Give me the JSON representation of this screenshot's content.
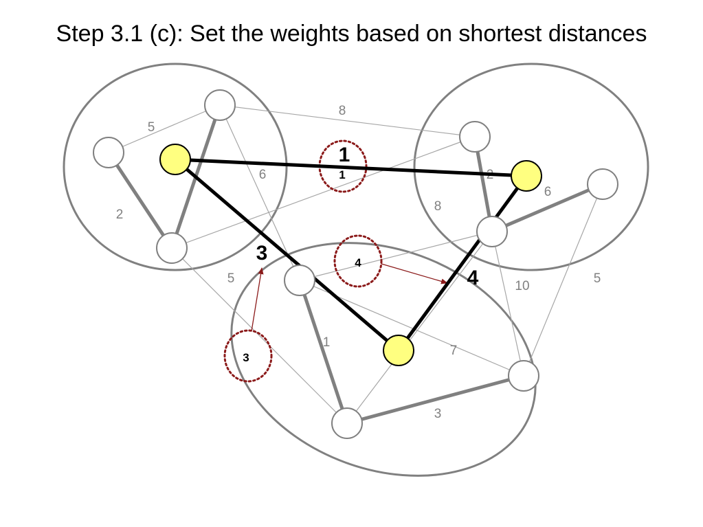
{
  "title": "Step 3.1 (c): Set the weights based on shortest distances",
  "colors": {
    "cluster": "#808080",
    "node_fill": "#ffffff",
    "node_stroke": "#808080",
    "highlight_fill": "#ffff80",
    "highlight_stroke": "#000000",
    "thin_edge": "#a6a6a6",
    "thick_edge": "#808080",
    "new_edge": "#000000",
    "edge_label": "#808080",
    "marker": "#8b1a1a",
    "marker_text": "#000000"
  },
  "edge_labels": {
    "e5": "5",
    "e2": "2",
    "e3": "3",
    "e6": "6",
    "e8_top": "8",
    "e2_right": "2",
    "e6_right": "6",
    "e8_mid": "8",
    "e5_mid": "5",
    "e1": "1",
    "e7": "7",
    "e3_bottom": "3",
    "e10": "10",
    "e5_right": "5"
  },
  "new_edge_labels": {
    "top": "1",
    "left": "3",
    "right": "4"
  },
  "markers": {
    "top": "1",
    "middle": "4",
    "bottom_left": "3"
  }
}
